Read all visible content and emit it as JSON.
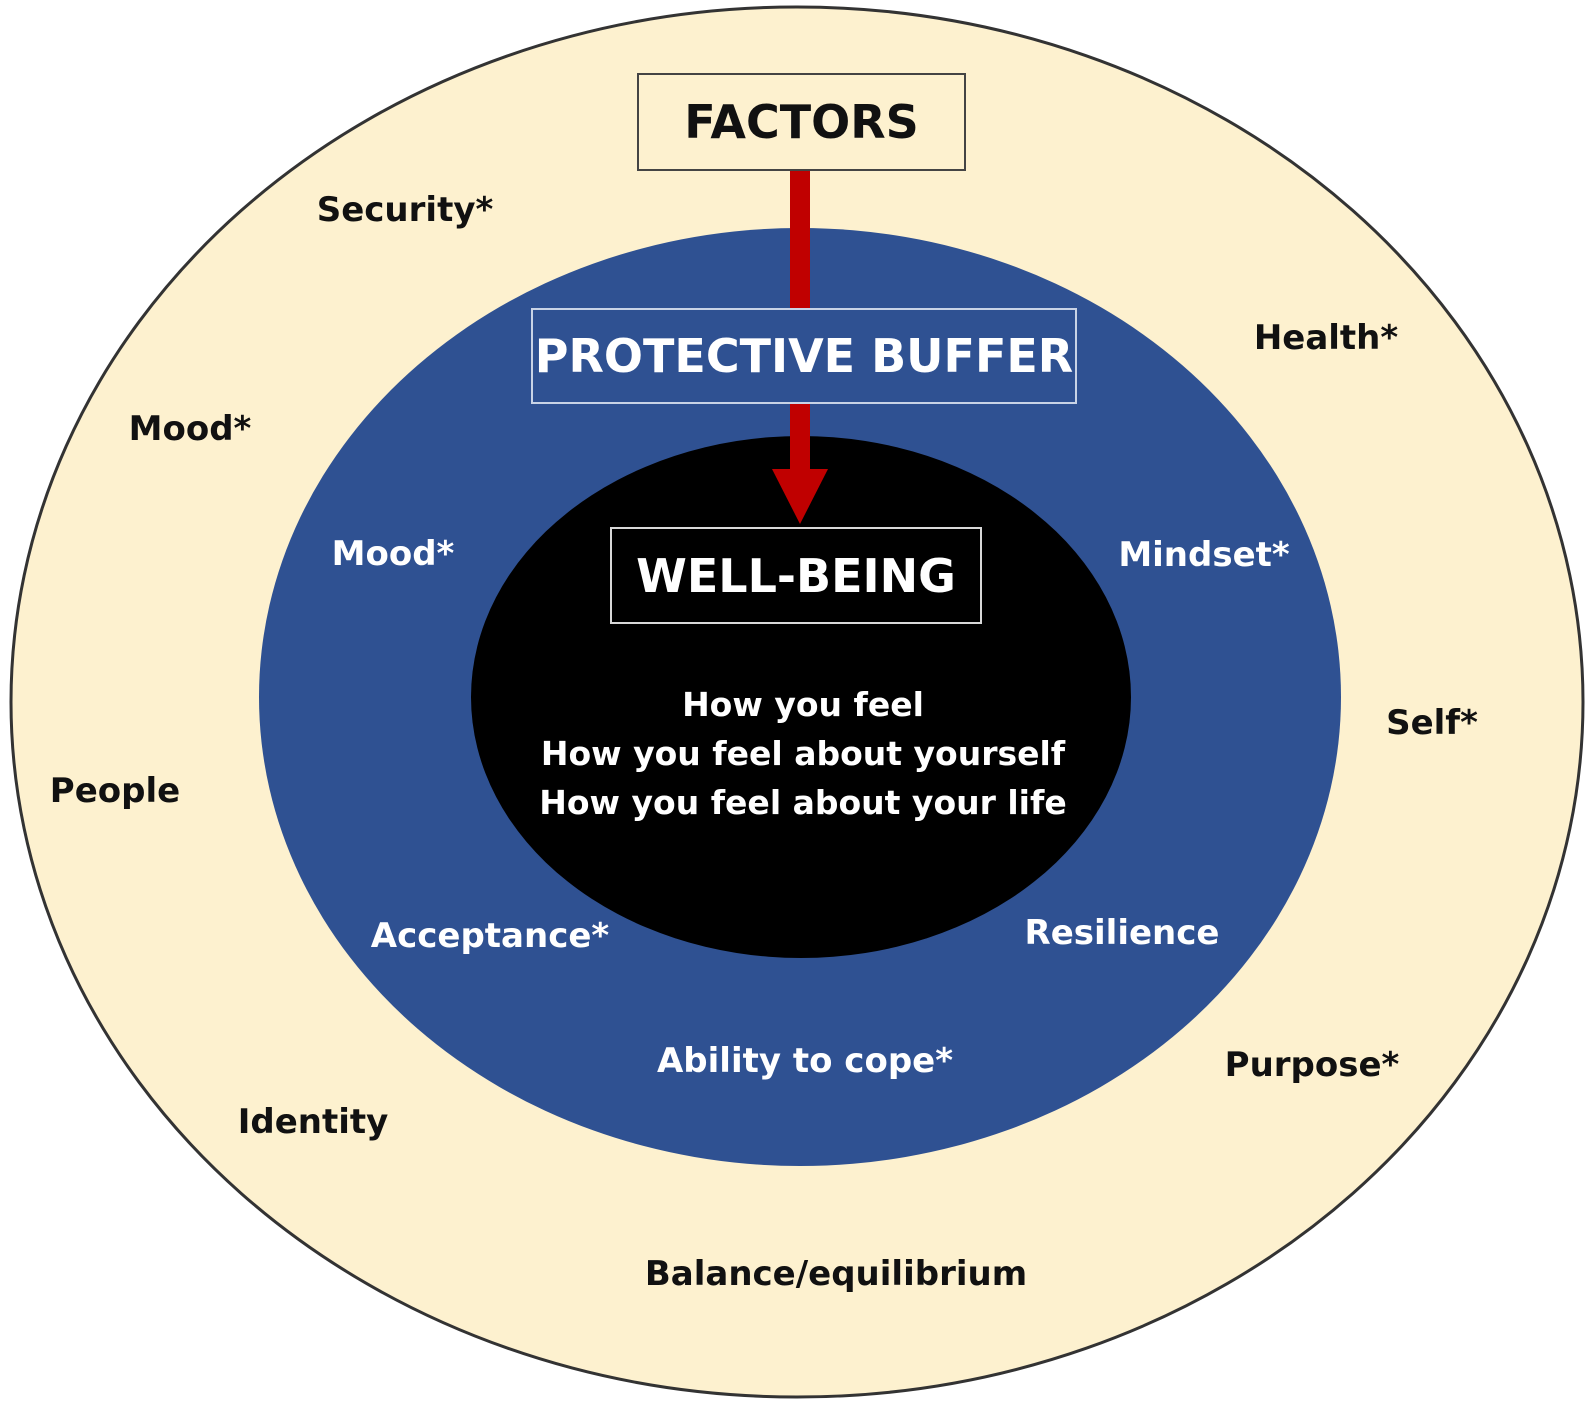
{
  "colors": {
    "outer_ring": "#fdf1cf",
    "middle_ring": "#2f5192",
    "core": "#000000",
    "arrow": "#c00000"
  },
  "factors_label": "FACTORS",
  "buffer_label": "PROTECTIVE BUFFER",
  "wellbeing_label": "WELL-BEING",
  "outer_factors": [
    "Security*",
    "Health*",
    "Mood*",
    "Self*",
    "People",
    "Purpose*",
    "Identity",
    "Balance/equilibrium"
  ],
  "buffer_items": [
    "Mood*",
    "Mindset*",
    "Acceptance*",
    "Resilience",
    "Ability to cope*"
  ],
  "wellbeing_lines": [
    "How you feel",
    "How you feel about yourself",
    "How you feel about your life"
  ]
}
